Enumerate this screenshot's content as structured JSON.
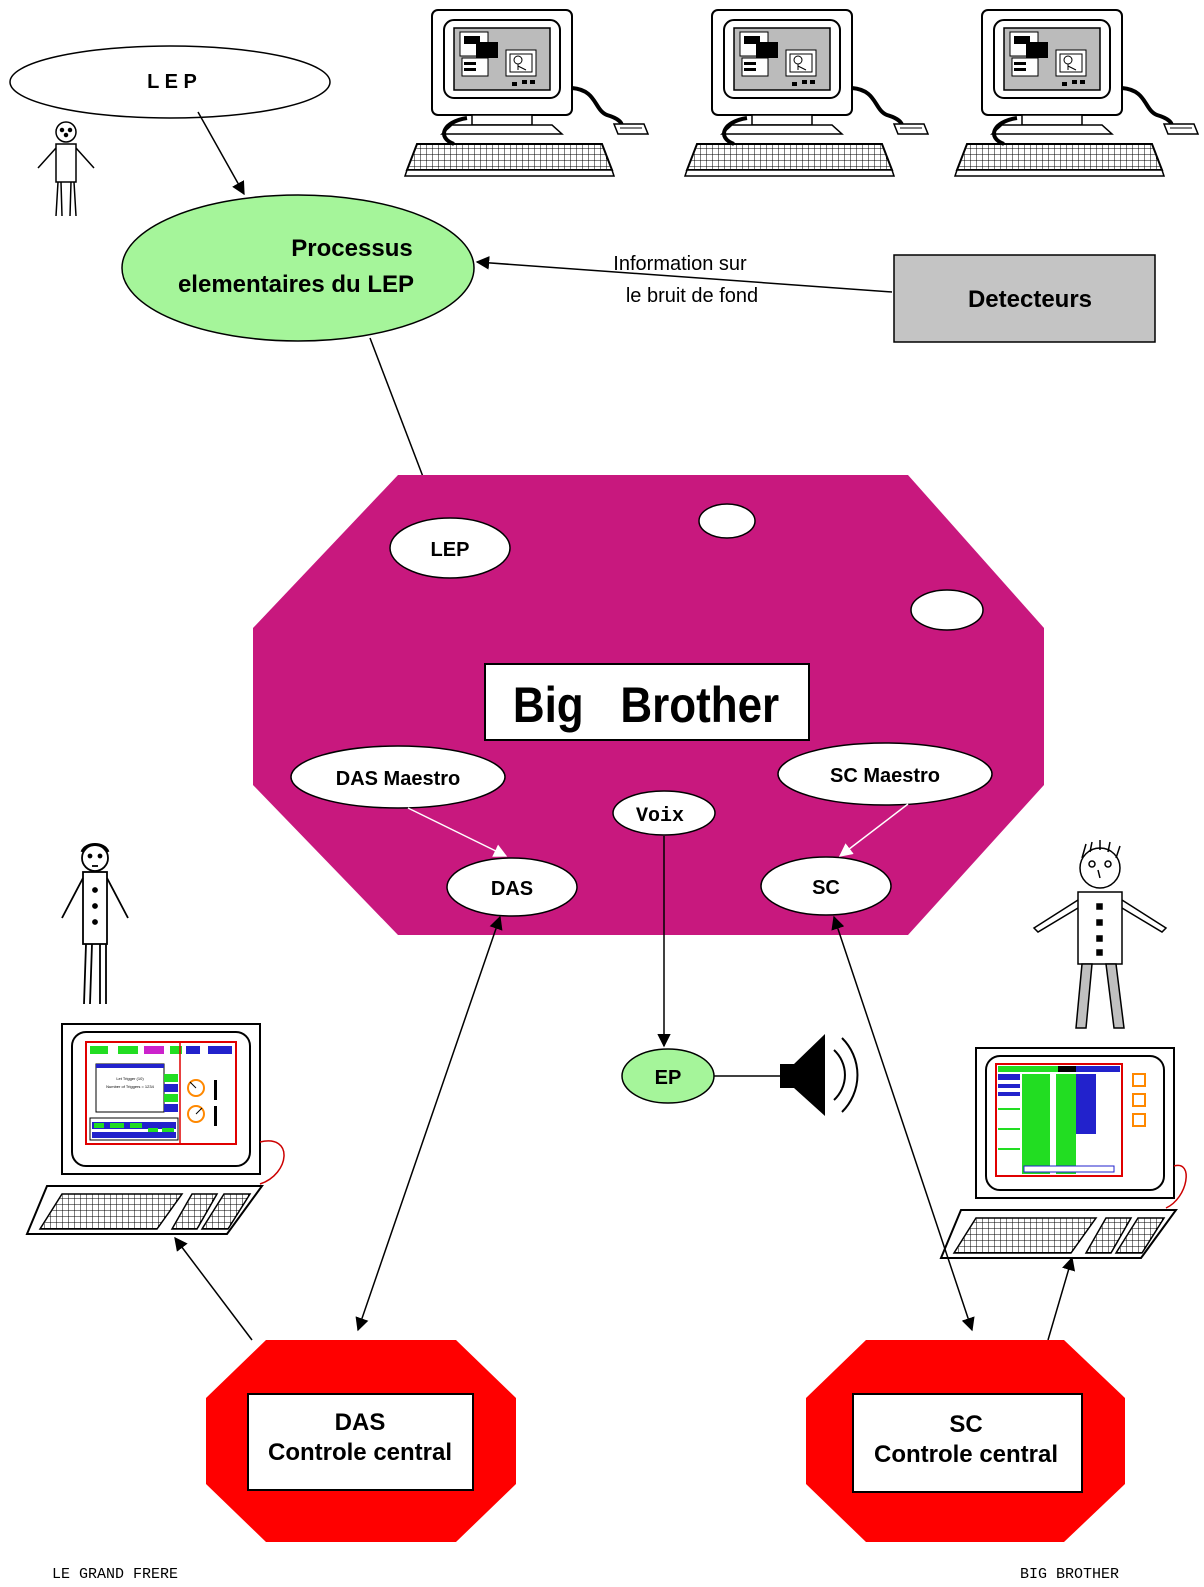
{
  "nodes": {
    "lep_top": "L E P",
    "processus_line1": "Processus",
    "processus_line2": "elementaires du LEP",
    "detecteurs": "Detecteurs",
    "info_line1": "Information sur",
    "info_line2": "le bruit de fond",
    "big_brother": "Big   Brother",
    "lep_inner": "LEP",
    "das_maestro": "DAS Maestro",
    "sc_maestro": "SC Maestro",
    "voix": "Voix",
    "das": "DAS",
    "sc": "SC",
    "ep": "EP",
    "das_central_line1": "DAS",
    "das_central_line2": "Controle central",
    "sc_central_line1": "SC",
    "sc_central_line2": "Controle central"
  },
  "das_screen": {
    "line1": "Let Trigger (10)",
    "line2": "Number of Triggers = 1234"
  },
  "footer": {
    "left": "LE GRAND FRERE",
    "right": "BIG BROTHER"
  },
  "colors": {
    "big_brother_fill": "#c8187e",
    "processus_fill": "#a5f59a",
    "ep_fill": "#a5f59a",
    "central_fill": "#ff0000",
    "detecteurs_fill": "#c4c4c4"
  },
  "icons": [
    "workstation-icon",
    "stick-figure-icon",
    "speaker-icon",
    "terminal-icon"
  ]
}
